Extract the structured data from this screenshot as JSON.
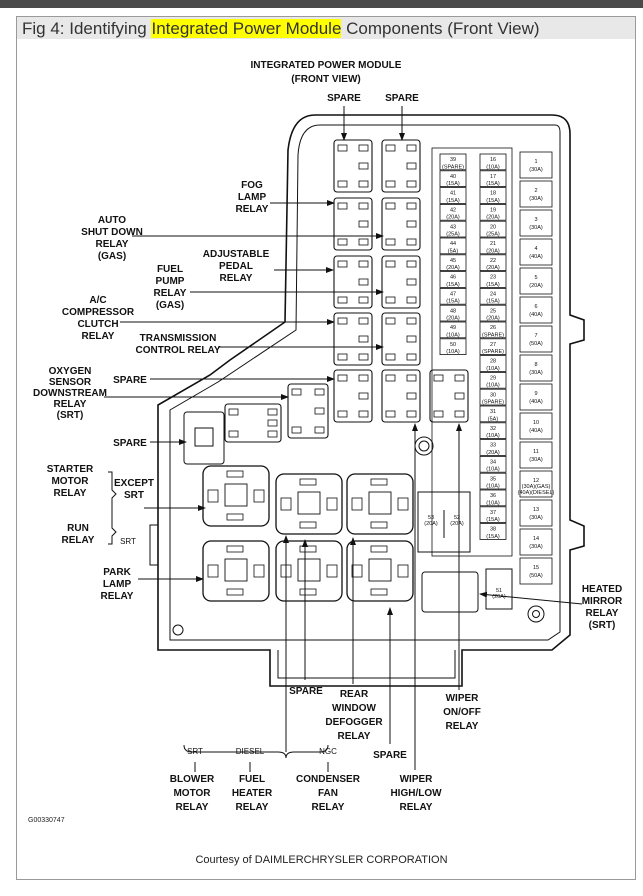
{
  "title": {
    "prefix": "Fig 4: Identifying ",
    "highlight": "Integrated Power Module",
    "suffix": " Components (Front View)"
  },
  "header": {
    "line1": "INTEGRATED POWER MODULE",
    "line2": "(FRONT VIEW)",
    "spare_left": "SPARE",
    "spare_right": "SPARE"
  },
  "labels": {
    "fog": [
      "FOG",
      "LAMP",
      "RELAY"
    ],
    "asd": [
      "AUTO",
      "SHUT DOWN",
      "RELAY",
      "(GAS)"
    ],
    "adj": [
      "ADJUSTABLE",
      "PEDAL",
      "RELAY"
    ],
    "fuel": [
      "FUEL",
      "PUMP",
      "RELAY",
      "(GAS)"
    ],
    "ac": [
      "A/C",
      "COMPRESSOR",
      "CLUTCH",
      "RELAY"
    ],
    "trans": [
      "TRANSMISSION",
      "CONTROL RELAY"
    ],
    "oxy": [
      "OXYGEN",
      "SENSOR",
      "DOWNSTREAM",
      "RELAY",
      "(SRT)"
    ],
    "spare_mid": "SPARE",
    "spare_left": "SPARE",
    "starter": [
      "STARTER",
      "MOTOR",
      "RELAY"
    ],
    "except_srt": [
      "EXCEPT",
      "SRT"
    ],
    "run": [
      "RUN",
      "RELAY"
    ],
    "srt": "SRT",
    "park": [
      "PARK",
      "LAMP",
      "RELAY"
    ],
    "heated": [
      "HEATED",
      "MIRROR",
      "RELAY",
      "(SRT)"
    ],
    "spare_bottom1": "SPARE",
    "rear": [
      "REAR",
      "WINDOW",
      "DEFOGGER",
      "RELAY"
    ],
    "spare_bottom2": "SPARE",
    "wiper_onoff": [
      "WIPER",
      "ON/OFF",
      "RELAY"
    ],
    "wiper_hl": [
      "WIPER",
      "HIGH/LOW",
      "RELAY"
    ],
    "bottom_srt": "SRT",
    "bottom_diesel": "DIESEL",
    "bottom_ngc": "NGC",
    "blower": [
      "BLOWER",
      "MOTOR",
      "RELAY"
    ],
    "fuelheater": [
      "FUEL",
      "HEATER",
      "RELAY"
    ],
    "condenser": [
      "CONDENSER",
      "FAN",
      "RELAY"
    ]
  },
  "fuses_col1": [
    [
      "39",
      "(SPARE)"
    ],
    [
      "40",
      "(15A)"
    ],
    [
      "41",
      "(15A)"
    ],
    [
      "42",
      "(20A)"
    ],
    [
      "43",
      "(25A)"
    ],
    [
      "44",
      "(5A)"
    ],
    [
      "45",
      "(20A)"
    ],
    [
      "46",
      "(15A)"
    ],
    [
      "47",
      "(15A)"
    ],
    [
      "48",
      "(20A)"
    ],
    [
      "49",
      "(10A)"
    ],
    [
      "50",
      "(10A)"
    ]
  ],
  "fuses_col2": [
    [
      "16",
      "(10A)"
    ],
    [
      "17",
      "(15A)"
    ],
    [
      "18",
      "(15A)"
    ],
    [
      "19",
      "(20A)"
    ],
    [
      "20",
      "(25A)"
    ],
    [
      "21",
      "(20A)"
    ],
    [
      "22",
      "(20A)"
    ],
    [
      "23",
      "(15A)"
    ],
    [
      "24",
      "(15A)"
    ],
    [
      "25",
      "(20A)"
    ],
    [
      "26",
      "(SPARE)"
    ],
    [
      "27",
      "(SPARE)"
    ],
    [
      "28",
      "(10A)"
    ],
    [
      "29",
      "(10A)"
    ],
    [
      "30",
      "(SPARE)"
    ],
    [
      "31",
      "(5A)"
    ],
    [
      "32",
      "(10A)"
    ],
    [
      "33",
      "(20A)"
    ],
    [
      "34",
      "(10A)"
    ],
    [
      "35",
      "(10A)"
    ],
    [
      "36",
      "(10A)"
    ],
    [
      "37",
      "(15A)"
    ],
    [
      "38",
      "(15A)"
    ]
  ],
  "fuses_col3": [
    [
      "1",
      "(30A)"
    ],
    [
      "2",
      "(30A)"
    ],
    [
      "3",
      "(30A)"
    ],
    [
      "4",
      "(40A)"
    ],
    [
      "5",
      "(20A)"
    ],
    [
      "6",
      "(40A)"
    ],
    [
      "7",
      "(50A)"
    ],
    [
      "8",
      "(30A)"
    ],
    [
      "9",
      "(40A)"
    ],
    [
      "10",
      "(40A)"
    ],
    [
      "11",
      "(30A)"
    ],
    [
      "12",
      "(30A)(GAS) (40A)(DIESEL)"
    ],
    [
      "13",
      "(30A)"
    ],
    [
      "14",
      "(30A)"
    ],
    [
      "15",
      "(50A)"
    ]
  ],
  "fuse_53": [
    "53",
    "(20A)"
  ],
  "fuse_52": [
    "52",
    "(20A)"
  ],
  "fuse_51": [
    "51",
    "(20A)"
  ],
  "figure_id": "G00330747",
  "credit": "Courtesy of DAIMLERCHRYSLER CORPORATION"
}
